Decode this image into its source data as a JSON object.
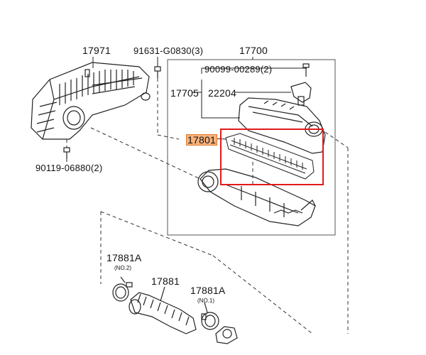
{
  "labels": {
    "p17971": "17971",
    "p91631": "91631-G0830(3)",
    "p17700": "17700",
    "p90099": "90099-00289(2)",
    "p17705": "17705",
    "p22204": "22204",
    "p17801": "17801",
    "p90119": "90119-06880(2)",
    "p17881A_1": "17881A",
    "no2": "(NO.2)",
    "p17881": "17881",
    "p17881A_2": "17881A",
    "no1": "(NO.1)"
  },
  "highlight": {
    "part": "17801",
    "box_color": "#e11b1b",
    "label_bg": "#f7b27a"
  }
}
